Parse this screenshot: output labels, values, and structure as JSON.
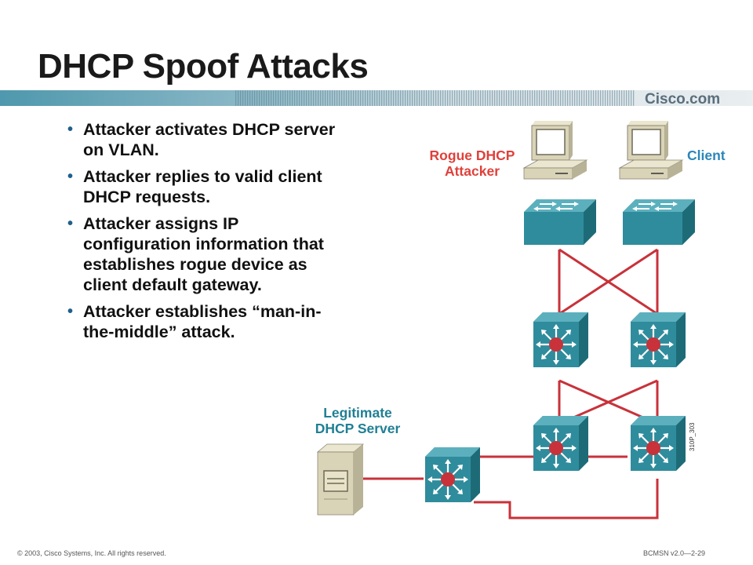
{
  "slide": {
    "title": "DHCP Spoof Attacks",
    "brand": "Cisco.com"
  },
  "bullets": [
    {
      "text": "Attacker activates DHCP server on VLAN."
    },
    {
      "text": "Attacker replies to valid client DHCP requests."
    },
    {
      "text": "Attacker assigns IP configuration information that establishes rogue device as client default gateway."
    },
    {
      "text": "Attacker establishes “man-in-the-middle” attack."
    }
  ],
  "diagram": {
    "rogue_label_line1": "Rogue DHCP",
    "rogue_label_line2": "Attacker",
    "client_label": "Client",
    "server_label_line1": "Legitimate",
    "server_label_line2": "DHCP Server",
    "figure_id": "310P_303",
    "colors": {
      "link": "#c8323a",
      "switch_face": "#2f8c9c",
      "switch_side": "#1e6b78",
      "router_core": "#c8323a",
      "pc": "#d9d4b8",
      "rogue_label": "#e0403a",
      "client_label": "#2a86b9",
      "server_label": "#207f94"
    },
    "icons": [
      "pc-icon",
      "pc-icon",
      "workgroup-switch-icon",
      "workgroup-switch-icon",
      "layer3-switch-icon",
      "layer3-switch-icon",
      "layer3-switch-icon",
      "layer3-switch-icon",
      "layer3-switch-icon",
      "server-icon"
    ]
  },
  "footer": {
    "copyright": "© 2003, Cisco Systems, Inc. All rights reserved.",
    "course": "BCMSN v2.0—2-29"
  }
}
